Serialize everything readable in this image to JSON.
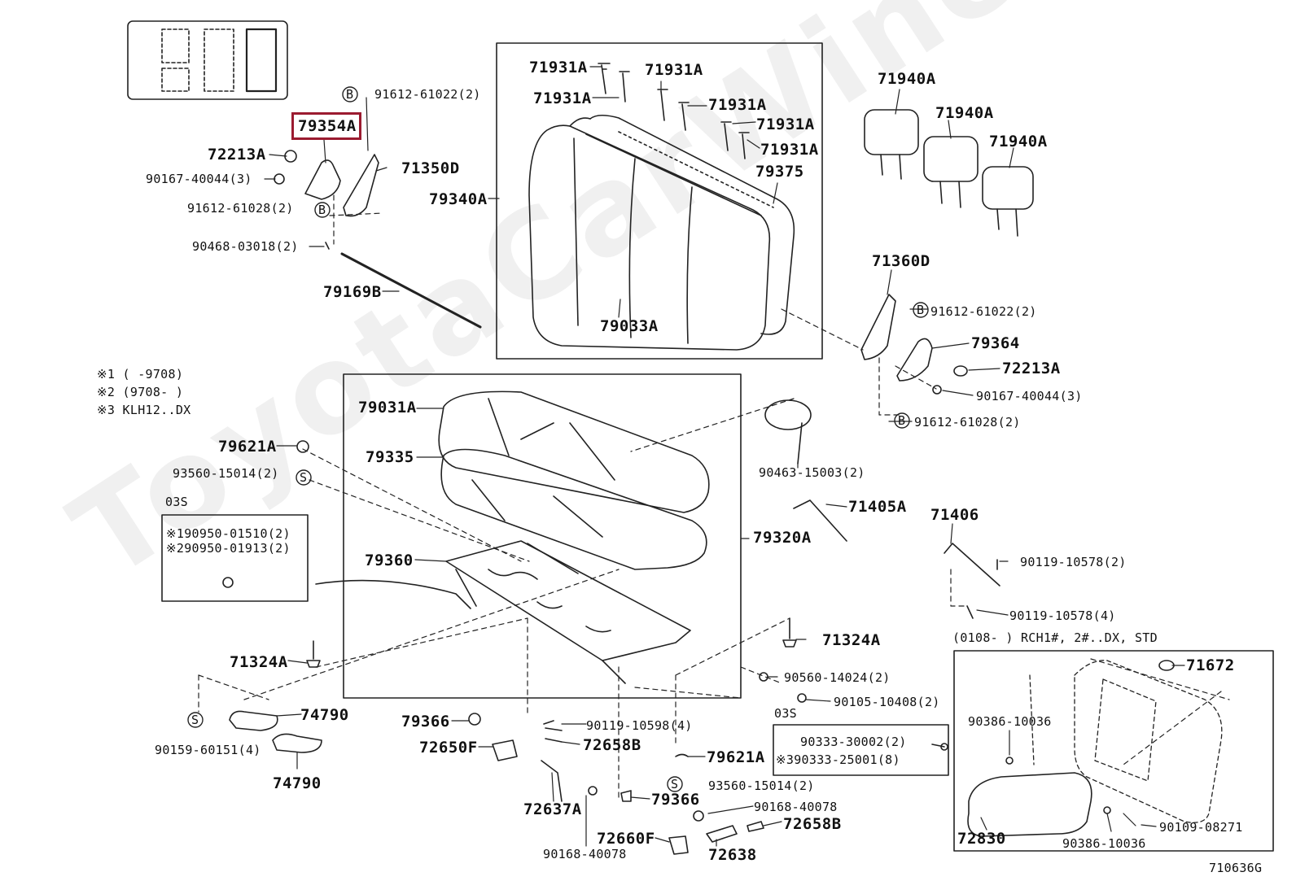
{
  "watermark": "ToyotaCarWiner.ru",
  "figure_id": "710636G",
  "highlighted_part": "79354A",
  "notes": {
    "n1": "※1 (    -9708)",
    "n2": "※2 (9708-    )",
    "n3": "※3 KLH12..DX"
  },
  "inset_03s_left": {
    "tag": "03S",
    "l1": "※190950-01510(2)",
    "l2": "※290950-01913(2)"
  },
  "inset_03s_right": {
    "tag": "03S",
    "l1": "90333-30002(2)",
    "l2": "※390333-25001(8)"
  },
  "inset_bottom_right": {
    "header": "(0108-      ) RCH1#, 2#..DX, STD"
  },
  "callouts": {
    "p79354A": "79354A",
    "p72213A_l": "72213A",
    "p90167_l": "90167-40044(3)",
    "p91612_61028_l": "91612-61028(2)",
    "p91612_61022_l": "91612-61022(2)",
    "p71350D": "71350D",
    "p90468": "90468-03018(2)",
    "p79169B": "79169B",
    "p71931A_1": "71931A",
    "p71931A_2": "71931A",
    "p71931A_3": "71931A",
    "p71931A_4": "71931A",
    "p71931A_5": "71931A",
    "p71931A_6": "71931A",
    "p79375": "79375",
    "p79340A": "79340A",
    "p79033A": "79033A",
    "p71940A_1": "71940A",
    "p71940A_2": "71940A",
    "p71940A_3": "71940A",
    "p71360D": "71360D",
    "p91612_61022_r": "91612-61022(2)",
    "p79364": "79364",
    "p72213A_r": "72213A",
    "p90167_r": "90167-40044(3)",
    "p91612_61028_r": "91612-61028(2)",
    "p79031A": "79031A",
    "p79335": "79335",
    "p79621A_t": "79621A",
    "p93560_t": "93560-15014(2)",
    "p90463": "90463-15003(2)",
    "p71405A": "71405A",
    "p71406": "71406",
    "p90119_10578_2": "90119-10578(2)",
    "p90119_10578_4": "90119-10578(4)",
    "p79320A": "79320A",
    "p79360": "79360",
    "p71324A_r": "71324A",
    "p71324A_l": "71324A",
    "p90560": "90560-14024(2)",
    "p90105": "90105-10408(2)",
    "p74790_1": "74790",
    "p74790_2": "74790",
    "p90159": "90159-60151(4)",
    "p79366_1": "79366",
    "p90119_10598": "90119-10598(4)",
    "p72650F": "72650F",
    "p72658B_1": "72658B",
    "p79621A_b": "79621A",
    "p93560_b": "93560-15014(2)",
    "p79366_2": "79366",
    "p72637A": "72637A",
    "p90168_r": "90168-40078",
    "p72658B_2": "72658B",
    "p72660F": "72660F",
    "p72638": "72638",
    "p90168_b": "90168-40078",
    "p71672": "71672",
    "p90386_t": "90386-10036",
    "p72830": "72830",
    "p90386_b": "90386-10036",
    "p90109": "90109-08271"
  },
  "circle_marks": {
    "b": "B",
    "s": "S"
  }
}
